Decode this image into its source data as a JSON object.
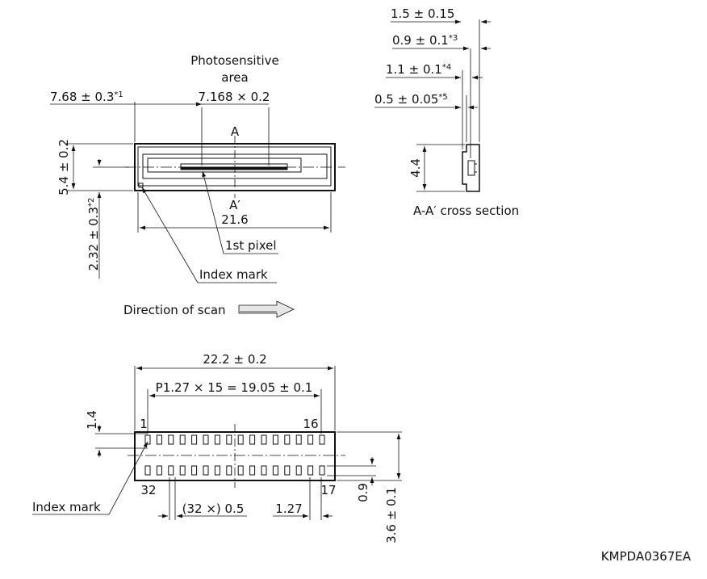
{
  "top_view": {
    "photosensitive_label_line1": "Photosensitive",
    "photosensitive_label_line2": "area",
    "photosensitive_dim": "7.168 × 0.2",
    "left_offset_main": "7.68 ± 0.3",
    "left_offset_note": "*1",
    "height_dim": "5.4 ± 0.2",
    "index_offset_main": "2.32 ± 0.3",
    "index_offset_note": "*2",
    "section_top": "A",
    "section_bottom": "A′",
    "width_dim": "21.6",
    "first_pixel": "1st pixel",
    "index_mark": "Index mark",
    "direction_of_scan": "Direction of scan"
  },
  "cross_section": {
    "dim_1": "1.5 ± 0.15",
    "dim_2_main": "0.9 ± 0.1",
    "dim_2_note": "*3",
    "dim_3_main": "1.1 ± 0.1",
    "dim_3_note": "*4",
    "dim_4_main": "0.5 ± 0.05",
    "dim_4_note": "*5",
    "height_dim": "4.4",
    "caption": "A-A′ cross section"
  },
  "bottom_view": {
    "overall_width": "22.2 ± 0.2",
    "pitch_dim": "P1.27 × 15 = 19.05 ± 0.1",
    "pin_1": "1",
    "pin_16": "16",
    "pin_32": "32",
    "pin_17": "17",
    "pin_row_offset": "1.4",
    "pad_dim": "(32 ×) 0.5",
    "pitch_small": "1.27",
    "pad_height": "0.9",
    "package_height": "3.6 ± 0.1",
    "index_mark": "Index mark"
  },
  "drawing_code": "KMPDA0367EA"
}
